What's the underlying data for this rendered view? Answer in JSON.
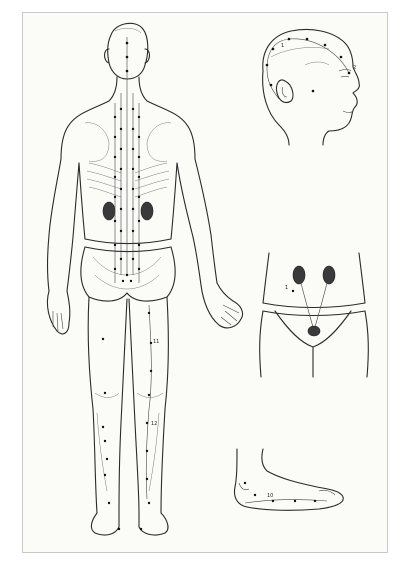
{
  "figure": {
    "colors": {
      "background": "#fbfbf8",
      "border": "#c9c9c9",
      "ink": "#2a2a2a"
    },
    "views": [
      "back-view",
      "head-side-view",
      "abdomen-front-view",
      "foot-side-view"
    ]
  }
}
